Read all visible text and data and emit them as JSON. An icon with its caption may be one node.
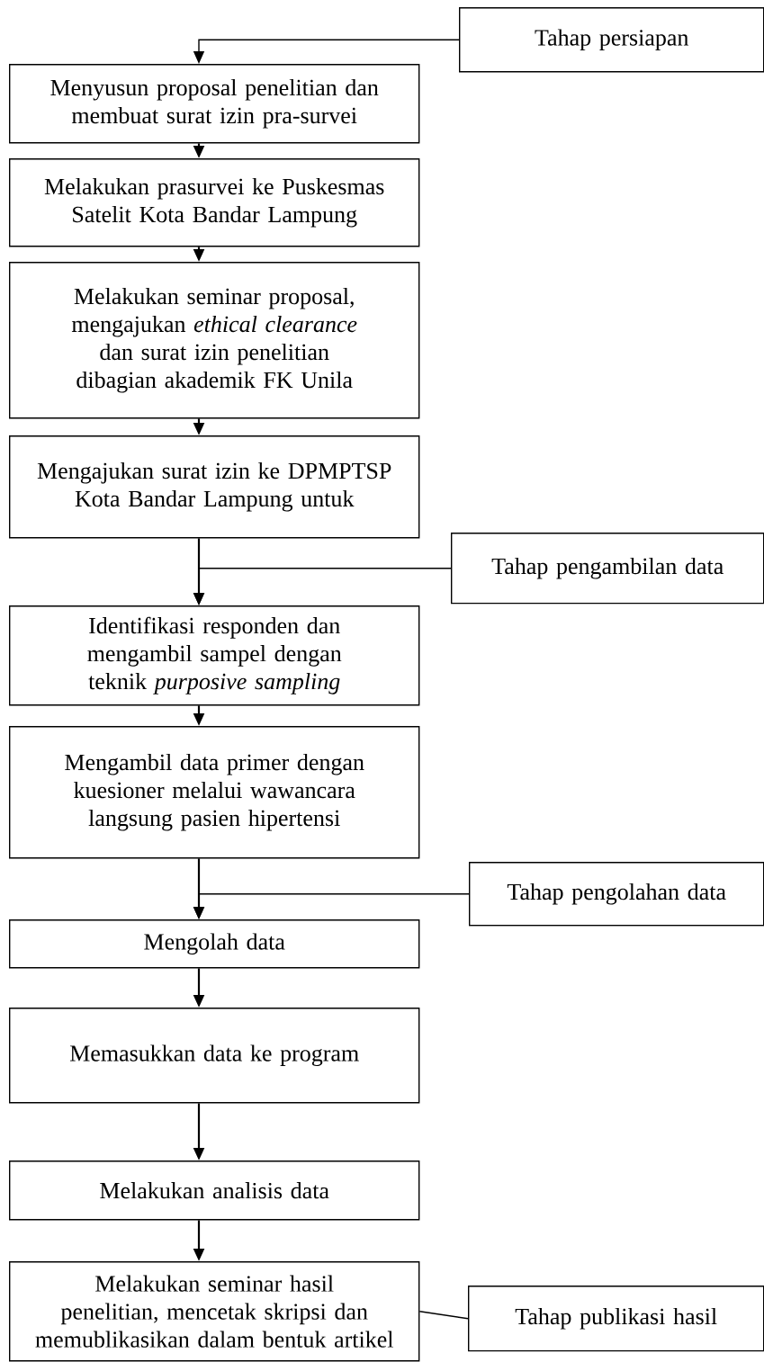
{
  "diagram": {
    "nodes": [
      {
        "text": [
          "Tahap persiapan"
        ]
      },
      {
        "text": [
          "Menyusun proposal penelitian dan membuat surat izin pra-survei"
        ]
      },
      {
        "text": [
          "Melakukan prasurvei ke Puskesmas Satelit Kota Bandar Lampung"
        ]
      },
      {
        "text": [
          "Melakukan seminar proposal, mengajukan *ethical clearance* dan surat izin penelitian dibagian akademik FK Unila"
        ]
      },
      {
        "text": [
          "Mengajukan surat izin ke DPMPTSP Kota Bandar Lampung untuk"
        ]
      },
      {
        "text": [
          "Tahap pengambilan data"
        ]
      },
      {
        "text": [
          "Identifikasi responden dan mengambil sampel dengan teknik *purposive sampling*"
        ]
      },
      {
        "text": [
          "Mengambil data primer dengan kuesioner melalui wawancara langsung pasien hipertensi"
        ]
      },
      {
        "text": [
          "Tahap pengolahan data"
        ]
      },
      {
        "text": [
          "Mengolah data"
        ]
      },
      {
        "text": [
          "Memasukkan data ke program"
        ]
      },
      {
        "text": [
          "Melakukan analisis data"
        ]
      },
      {
        "text": [
          "Melakukan seminar hasil penelitian, mencetak skripsi dan memublikasikan dalam bentuk artikel"
        ]
      },
      {
        "text": [
          "Tahap publikasi hasil"
        ]
      }
    ],
    "edges": [
      {
        "from": 0,
        "to": 1,
        "arrow": "to"
      },
      {
        "from": 1,
        "to": 2,
        "arrow": "to"
      },
      {
        "from": 2,
        "to": 3,
        "arrow": "to"
      },
      {
        "from": 3,
        "to": 4,
        "arrow": "to"
      },
      {
        "from": 4,
        "to": 6,
        "arrow": "to"
      },
      {
        "from": 5,
        "to": 6,
        "arrow": "to"
      },
      {
        "from": 6,
        "to": 7,
        "arrow": "to"
      },
      {
        "from": 7,
        "to": 9,
        "arrow": "to"
      },
      {
        "from": 8,
        "to": 9,
        "arrow": "to"
      },
      {
        "from": 9,
        "to": 10,
        "arrow": "to"
      },
      {
        "from": 10,
        "to": 11,
        "arrow": "to"
      },
      {
        "from": 11,
        "to": 12,
        "arrow": "to"
      },
      {
        "from": 13,
        "to": 12,
        "arrow": "none"
      }
    ]
  }
}
